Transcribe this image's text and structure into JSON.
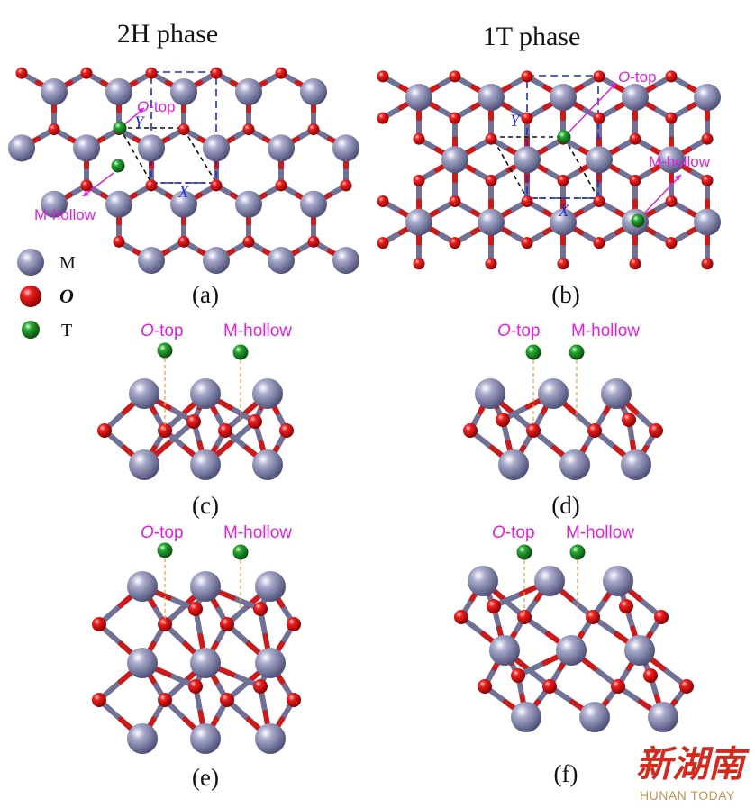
{
  "titles": {
    "left": "2H phase",
    "right": "1T phase"
  },
  "panel_labels": {
    "a": "(a)",
    "b": "(b)",
    "c": "(c)",
    "d": "(d)",
    "e": "(e)",
    "f": "(f)"
  },
  "legend": {
    "metal": "M",
    "oxygen": "O",
    "adsorbate": "T"
  },
  "sites": {
    "o_top_prefix": "O",
    "o_top_suffix": "-top",
    "m_hollow": "M-hollow"
  },
  "axes": {
    "x": "X",
    "y": "Y"
  },
  "logo": {
    "chinese": "新湖南",
    "english": "HUNAN TODAY"
  },
  "colors": {
    "metal": "#8a8cb3",
    "oxygen": "#dd1111",
    "adsorbate": "#1f9a2a",
    "label_magenta": "#e020e0",
    "axis_blue": "#1c2fd0",
    "bond_dashed": "#f0a040",
    "logo_red": "#d42a1e",
    "logo_gold": "#c89252"
  }
}
